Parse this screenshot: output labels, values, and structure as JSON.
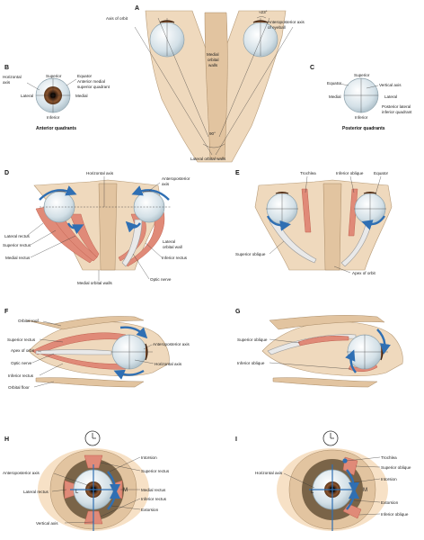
{
  "panels": {
    "A": {
      "letter": "A",
      "labels": [
        "Axis of orbit",
        "≈23°",
        "Anteroposterior axis",
        "of eyeball",
        "Medial",
        "orbital",
        "walls",
        "90°",
        "Lateral orbital walls"
      ]
    },
    "B": {
      "letter": "B",
      "caption": "Anterior quadrants",
      "labels": [
        "Horizontal",
        "axis",
        "Superior",
        "Equator",
        "Anterior medial",
        "superior quadrant",
        "Lateral",
        "Medial",
        "Inferior"
      ]
    },
    "C": {
      "letter": "C",
      "caption": "Posterior quadrants",
      "labels": [
        "Superior",
        "Equator",
        "Vertical axis",
        "Medial",
        "Lateral",
        "Posterior lateral",
        "inferior quadrant",
        "Inferior"
      ]
    },
    "D": {
      "letter": "D",
      "labels": [
        "Horizontal axis",
        "Anteroposterior",
        "axis",
        "Lateral rectus",
        "Superior rectus",
        "Medial rectus",
        "Lateral",
        "orbital wall",
        "Inferior rectus",
        "Optic nerve",
        "Medial orbital walls"
      ]
    },
    "E": {
      "letter": "E",
      "labels": [
        "Trochlea",
        "Inferior oblique",
        "Equator",
        "Superior oblique",
        "Apex of orbit"
      ]
    },
    "F": {
      "letter": "F",
      "labels": [
        "Orbital roof",
        "Superior rectus",
        "Apex of orbit",
        "Optic nerve",
        "Inferior rectus",
        "Orbital floor",
        "Anteroposterior axis",
        "Horizontal axis"
      ]
    },
    "G": {
      "letter": "G",
      "labels": [
        "Superior oblique",
        "Inferior oblique"
      ]
    },
    "H": {
      "letter": "H",
      "labels": [
        "Intorsion",
        "Superior rectus",
        "Anteroposterior axis",
        "Lateral rectus",
        "Medial rectus",
        "Inferior rectus",
        "Extorsion",
        "Vertical axis",
        "L",
        "M"
      ]
    },
    "I": {
      "letter": "I",
      "labels": [
        "Trochlea",
        "Superior oblique",
        "Horizontal axis",
        "Intorsion",
        "Extorsion",
        "Inferior oblique",
        "L",
        "M"
      ]
    }
  },
  "colors": {
    "bone": "#efd9bd",
    "muscle": "#e08a78",
    "eyeball": "#dde8ee",
    "rotation_arrow": "#2f6fb3",
    "iris": "#7a4a2a"
  }
}
